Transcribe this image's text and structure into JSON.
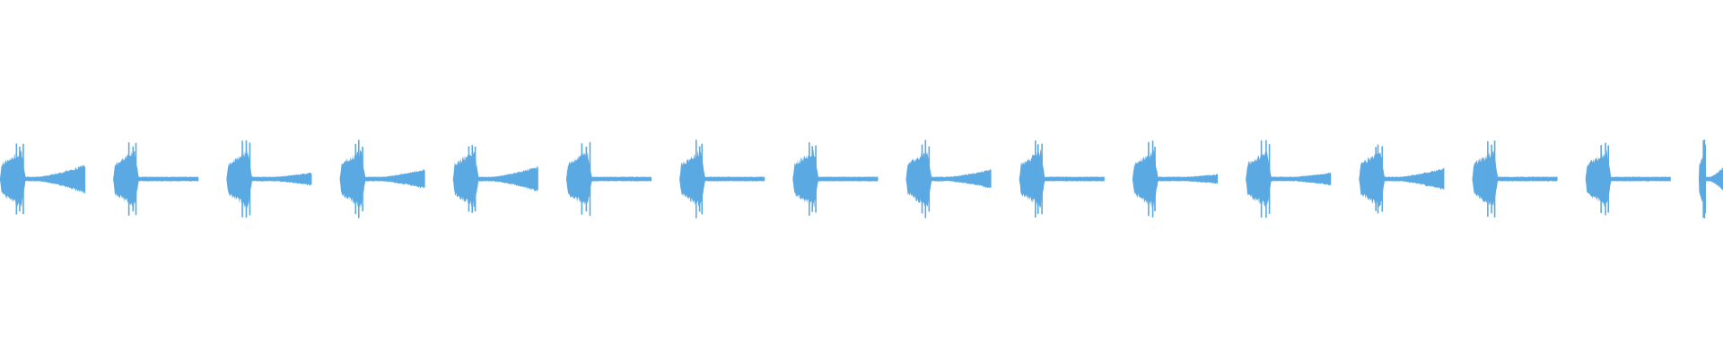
{
  "waveform": {
    "color": "#5aa9e2",
    "background": "#ffffff",
    "segment_count": 16,
    "segments": [
      {
        "type": "double",
        "tail_level": 0.85
      },
      {
        "type": "single",
        "tail_level": 0.05
      },
      {
        "type": "double",
        "tail_level": 0.35
      },
      {
        "type": "double",
        "tail_level": 0.55
      },
      {
        "type": "double",
        "tail_level": 0.75
      },
      {
        "type": "single",
        "tail_level": 0.05
      },
      {
        "type": "single",
        "tail_level": 0.05
      },
      {
        "type": "single",
        "tail_level": 0.05
      },
      {
        "type": "double",
        "tail_level": 0.55
      },
      {
        "type": "single",
        "tail_level": 0.05
      },
      {
        "type": "double",
        "tail_level": 0.25
      },
      {
        "type": "double",
        "tail_level": 0.35
      },
      {
        "type": "double",
        "tail_level": 0.65
      },
      {
        "type": "single",
        "tail_level": 0.05
      },
      {
        "type": "single",
        "tail_level": 0.1
      },
      {
        "type": "partial",
        "tail_level": 0.7
      }
    ]
  }
}
